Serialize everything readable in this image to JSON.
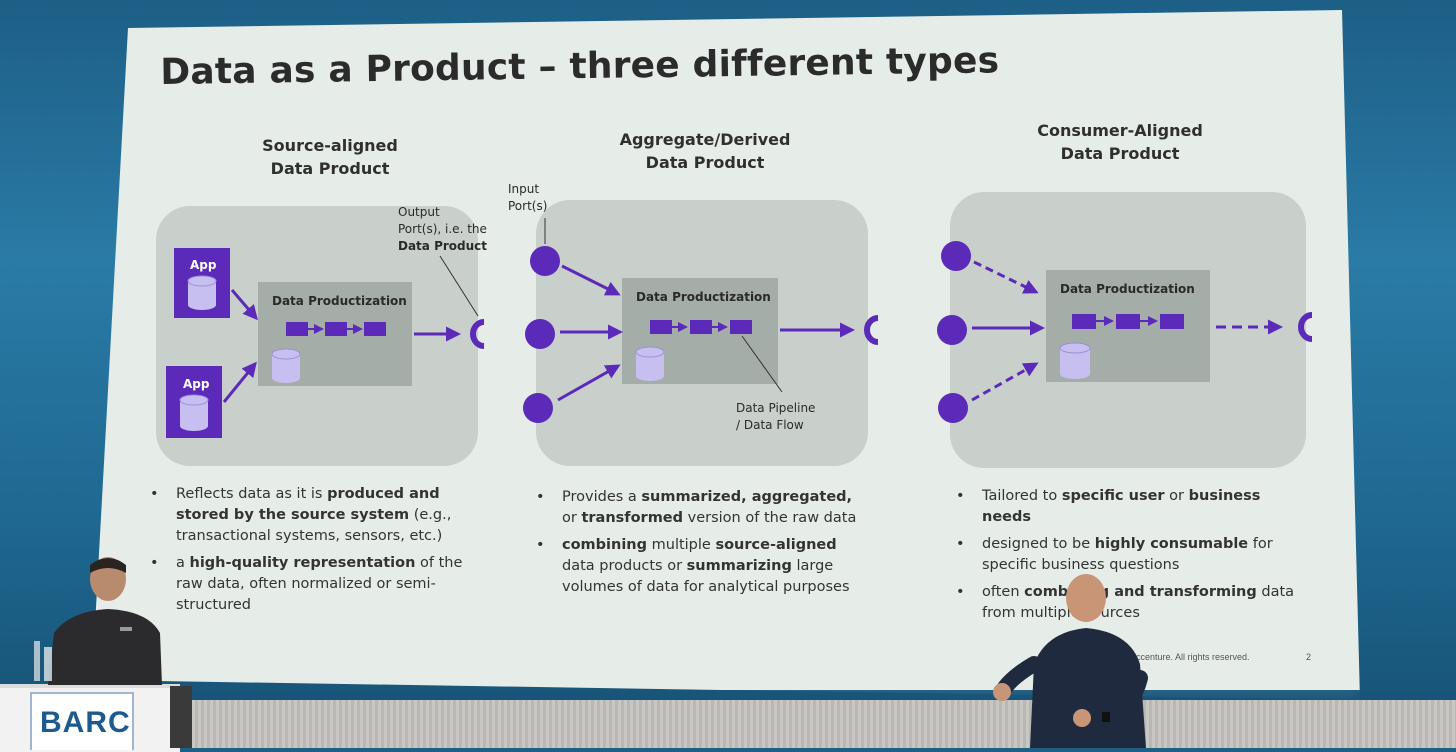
{
  "slide": {
    "title": "Data as a Product – three different types",
    "footer": "ccenture. All rights reserved.",
    "page_number": "2"
  },
  "columns": [
    {
      "title_line1": "Source-aligned",
      "title_line2": "Data Product",
      "box_label": "Data Productization",
      "app_label": "App",
      "annotation": [
        "Output",
        "Port(s), i.e. the",
        "Data Product"
      ],
      "bullets": [
        {
          "parts": [
            "Reflects data as it is ",
            "produced and stored by the source system",
            " (e.g., transactional systems, sensors, etc.)"
          ]
        },
        {
          "parts": [
            "a ",
            "high-quality representation",
            " of the raw data, often normalized or semi-structured"
          ]
        }
      ]
    },
    {
      "title_line1": "Aggregate/Derived",
      "title_line2": "Data Product",
      "box_label": "Data Productization",
      "annotation_input": [
        "Input",
        "Port(s)"
      ],
      "annotation_pipeline": [
        "Data Pipeline",
        "/ Data Flow"
      ],
      "bullets": [
        {
          "parts": [
            "Provides a ",
            "summarized, aggregated,",
            " or ",
            "transformed",
            " version of the raw data"
          ]
        },
        {
          "parts": [
            "combining",
            " multiple ",
            "source-aligned",
            " data products or ",
            "summarizing",
            " large volumes of data for analytical purposes"
          ]
        }
      ]
    },
    {
      "title_line1": "Consumer-Aligned",
      "title_line2": "Data Product",
      "box_label": "Data Productization",
      "bullets": [
        {
          "parts": [
            "Tailored to ",
            "specific user",
            " or ",
            "business needs",
            ""
          ]
        },
        {
          "parts": [
            "designed to be ",
            "highly consumable",
            " for specific business questions"
          ]
        },
        {
          "parts": [
            "often ",
            "combining and transforming",
            " data from multiple sources"
          ]
        }
      ]
    }
  ],
  "stage": {
    "logo": "BARC"
  },
  "colors": {
    "accent": "#5b2ab8",
    "slide_bg": "#e6ede9",
    "panel": "#c9d0cb",
    "box": "#a4ada8",
    "cylinder": "#b9aee8"
  }
}
